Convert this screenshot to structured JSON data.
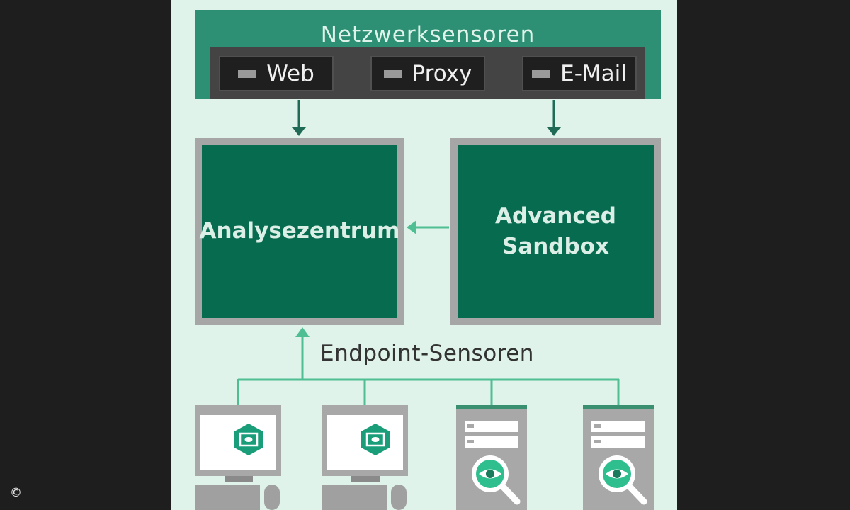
{
  "network": {
    "title": "Netzwerksensoren",
    "sensors": [
      {
        "label": "Web"
      },
      {
        "label": "Proxy"
      },
      {
        "label": "E-Mail"
      }
    ]
  },
  "boxes": {
    "analysis": "Analysezentrum",
    "sandbox_line1": "Advanced",
    "sandbox_line2": "Sandbox"
  },
  "endpoints": {
    "title": "Endpoint-Sensoren",
    "devices": [
      {
        "type": "desktop",
        "icon": "eye-hexagon-icon"
      },
      {
        "type": "desktop",
        "icon": "eye-hexagon-icon"
      },
      {
        "type": "server",
        "icon": "magnifier-eye-icon"
      },
      {
        "type": "server",
        "icon": "magnifier-eye-icon"
      }
    ]
  },
  "colors": {
    "background": "#1e1e1e",
    "panel": "#dff3ea",
    "header_green": "#2d8f73",
    "box_green": "#076b4f",
    "arrow_dark": "#1f6b55",
    "arrow_light": "#4fbf93"
  },
  "footer": {
    "copyright": "©"
  }
}
